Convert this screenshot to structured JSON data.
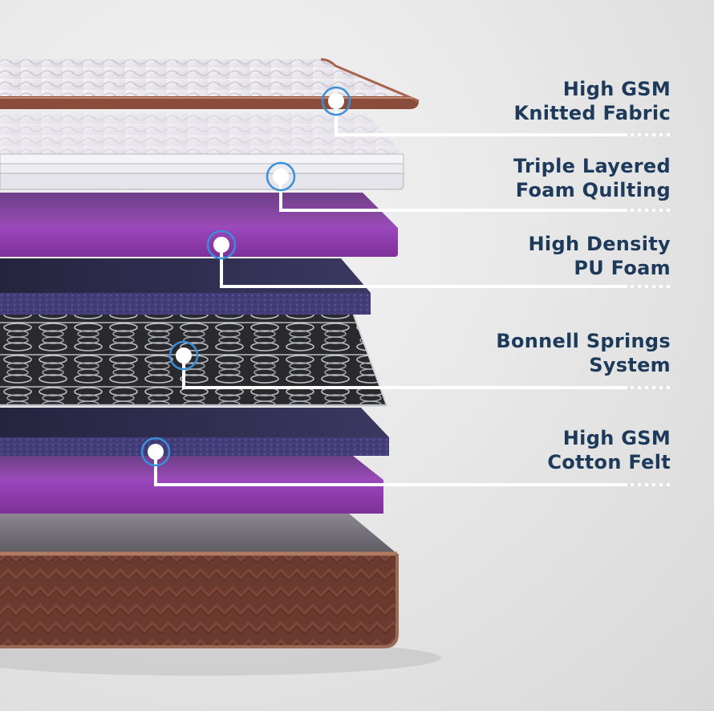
{
  "layers": [
    {
      "line1": "High GSM",
      "line2": "Knitted Fabric",
      "icon": "knitted-fabric-layer"
    },
    {
      "line1": "Triple Layered",
      "line2": "Foam Quilting",
      "icon": "foam-quilting-layer"
    },
    {
      "line1": "High Density",
      "line2": "PU Foam",
      "icon": "pu-foam-layer"
    },
    {
      "line1": "Bonnell Springs",
      "line2": "System",
      "icon": "bonnell-springs-layer"
    },
    {
      "line1": "High GSM",
      "line2": "Cotton Felt",
      "icon": "cotton-felt-layer"
    }
  ],
  "colors": {
    "label_text": "#1e3a5a",
    "connector": "#ffffff",
    "pulse_ring": "#3b8fd8",
    "foam_purple": "#8e3fa8",
    "felt_navy": "#2b2a4a",
    "base_brown": "#6e3a2e",
    "fabric_white": "#f2f0f4"
  }
}
